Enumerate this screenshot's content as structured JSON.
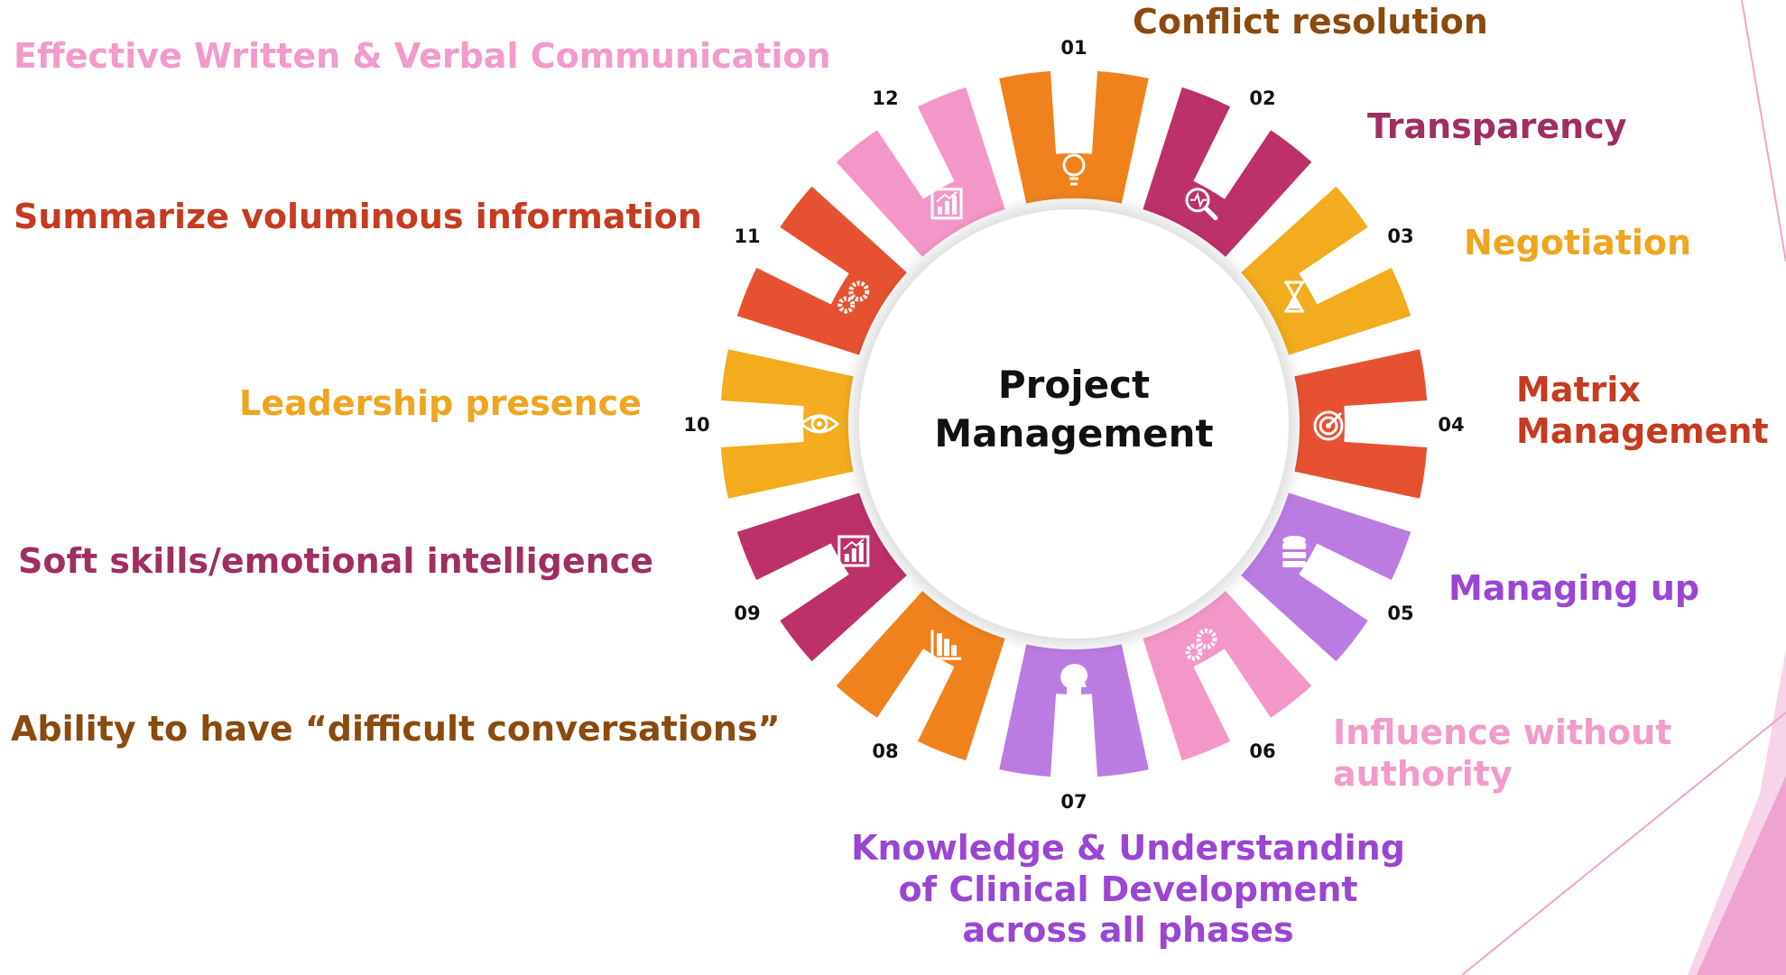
{
  "center": {
    "line1": "Project",
    "line2": "Management"
  },
  "segments": [
    {
      "num": "01",
      "color": "#F0821E",
      "icon": "lightbulb-icon"
    },
    {
      "num": "02",
      "color": "#BC3169",
      "icon": "search-analytics-icon"
    },
    {
      "num": "03",
      "color": "#F2AC1E",
      "icon": "hourglass-icon"
    },
    {
      "num": "04",
      "color": "#E65231",
      "icon": "target-icon"
    },
    {
      "num": "05",
      "color": "#BB7CE2",
      "icon": "database-icon"
    },
    {
      "num": "06",
      "color": "#F397C9",
      "icon": "gears-icon"
    },
    {
      "num": "07",
      "color": "#BB7CE2",
      "icon": "head-idea-icon"
    },
    {
      "num": "08",
      "color": "#F0821E",
      "icon": "bar-chart-down-icon"
    },
    {
      "num": "09",
      "color": "#BC3169",
      "icon": "bar-chart-up-icon"
    },
    {
      "num": "10",
      "color": "#F2AC1E",
      "icon": "eye-icon"
    },
    {
      "num": "11",
      "color": "#E65231",
      "icon": "gears-icon"
    },
    {
      "num": "12",
      "color": "#F397C9",
      "icon": "bar-chart-up-icon"
    }
  ],
  "labels": {
    "s01": {
      "lines": [
        "Conflict resolution"
      ],
      "color": "#8B4A0E"
    },
    "s02": {
      "lines": [
        "Transparency"
      ],
      "color": "#A02E62"
    },
    "s03": {
      "lines": [
        "Negotiation"
      ],
      "color": "#EFA51E"
    },
    "s04": {
      "lines": [
        "Matrix",
        "Management"
      ],
      "color": "#C63B1F"
    },
    "s05": {
      "lines": [
        "Managing up"
      ],
      "color": "#9B45D3"
    },
    "s06": {
      "lines": [
        "Influence without",
        "authority"
      ],
      "color": "#F29ACB"
    },
    "s07": {
      "lines": [
        "Knowledge & Understanding",
        "of Clinical Development",
        "across all phases"
      ],
      "color": "#9B45D3"
    },
    "s08": {
      "lines": [
        "Ability to have “difficult conversations”"
      ],
      "color": "#8B4A0E"
    },
    "s09": {
      "lines": [
        "Soft skills/emotional intelligence"
      ],
      "color": "#A02E62"
    },
    "s10": {
      "lines": [
        "Leadership presence"
      ],
      "color": "#EFA51E"
    },
    "s11": {
      "lines": [
        "Summarize voluminous information"
      ],
      "color": "#C63B1F"
    },
    "s12": {
      "lines": [
        "Effective Written & Verbal Communication"
      ],
      "color": "#F29ACB"
    }
  },
  "decor": {
    "accent": "#EFA3D0",
    "accent_light": "#F8D4EA"
  }
}
